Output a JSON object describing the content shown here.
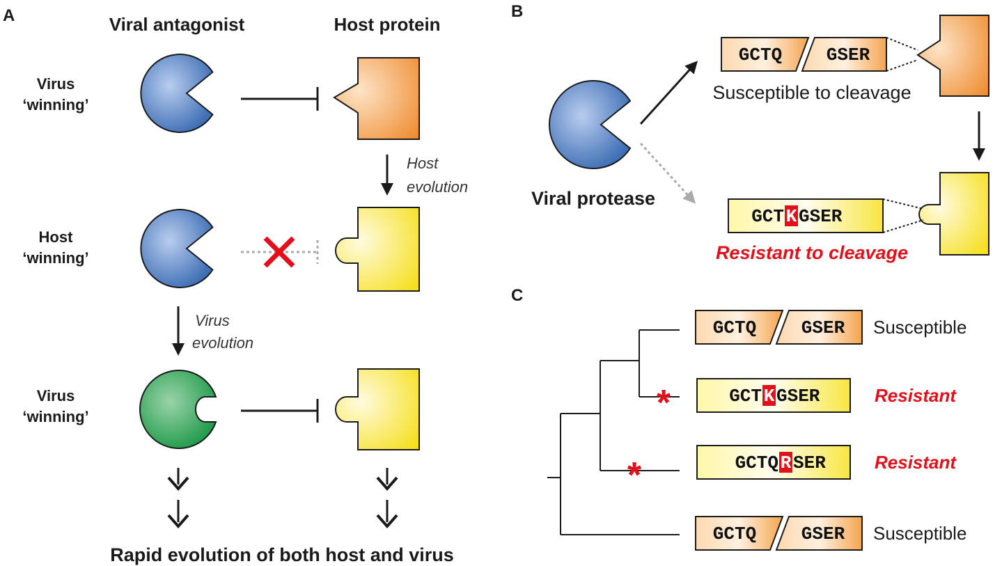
{
  "panelA": {
    "label": "A",
    "col_viral": "Viral antagonist",
    "col_host": "Host protein",
    "row1_line1": "Virus",
    "row1_line2": "‘winning’",
    "row2_line1": "Host",
    "row2_line2": "‘winning’",
    "row3_line1": "Virus",
    "row3_line2": "‘winning’",
    "host_evo_line1": "Host",
    "host_evo_line2": "evolution",
    "virus_evo_line1": "Virus",
    "virus_evo_line2": "evolution",
    "footer": "Rapid evolution of both host and virus"
  },
  "panelB": {
    "label": "B",
    "protease_label": "Viral protease",
    "seq_left": "GCTQ",
    "seq_right": "GSER",
    "susceptible_text": "Susceptible to cleavage",
    "resist_seq_pre": "GCT",
    "resist_seq_mut": "K",
    "resist_seq_post": "GSER",
    "resistant_text": "Resistant to cleavage"
  },
  "panelC": {
    "label": "C",
    "rows": [
      {
        "left": "GCTQ",
        "right": "GSER",
        "status": "Susceptible"
      },
      {
        "pre": "GCT",
        "mut": "K",
        "post": "GSER",
        "status": "Resistant"
      },
      {
        "pre": "GCTQ",
        "mut": "R",
        "post": "SER",
        "status": "Resistant"
      },
      {
        "left": "GCTQ",
        "right": "GSER",
        "status": "Susceptible"
      }
    ]
  },
  "colors": {
    "viral_blue": "#3f6fb5",
    "viral_green": "#1f9a4a",
    "host_orange": "#f0903a",
    "host_yellow": "#f7e01a",
    "red": "#e3101c"
  }
}
